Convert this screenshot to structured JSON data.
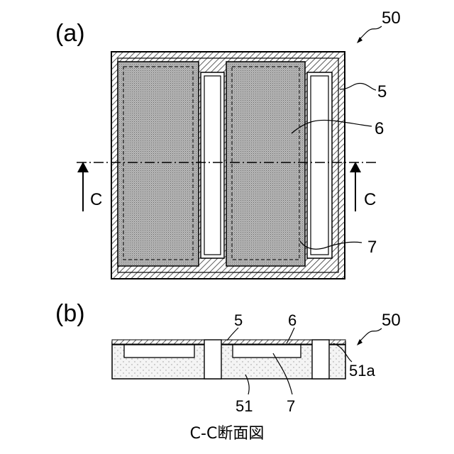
{
  "panel_a": {
    "label": "(a)",
    "ref_device": "50",
    "ref_layer5": "5",
    "ref_layer6": "6",
    "ref_layer7": "7",
    "section_left": "C",
    "section_right": "C"
  },
  "panel_b": {
    "label": "(b)",
    "ref_device": "50",
    "ref_layer5": "5",
    "ref_layer6": "6",
    "ref_51a": "51a",
    "ref_51": "51",
    "ref_7": "7",
    "caption": "C-C断面図"
  }
}
